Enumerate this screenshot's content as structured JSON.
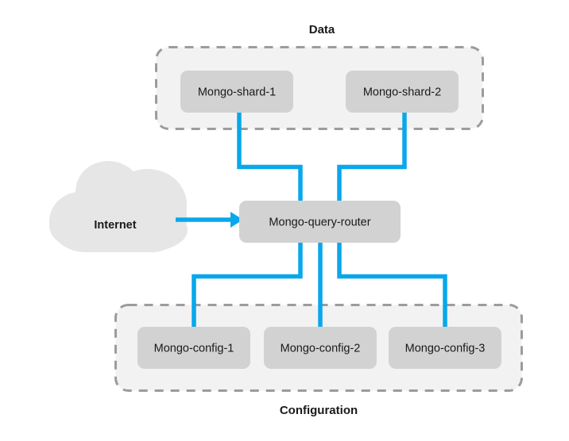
{
  "diagram": {
    "title_data": "Data",
    "title_configuration": "Configuration",
    "colors": {
      "link": "#09a7ec",
      "node_fill": "#d2d2d2",
      "group_fill": "#f2f2f2",
      "group_border": "#9b9ba0",
      "cloud_fill": "#e6e6e6",
      "text": "#1a1a1a",
      "background": "#ffffff"
    },
    "data_group": {
      "label": "Data",
      "nodes": [
        {
          "id": "mongo-shard-1",
          "label": "Mongo-shard-1"
        },
        {
          "id": "mongo-shard-2",
          "label": "Mongo-shard-2"
        }
      ]
    },
    "router": {
      "id": "mongo-query-router",
      "label": "Mongo-query-router"
    },
    "internet": {
      "id": "internet-cloud",
      "label": "Internet"
    },
    "configuration_group": {
      "label": "Configuration",
      "nodes": [
        {
          "id": "mongo-config-1",
          "label": "Mongo-config-1"
        },
        {
          "id": "mongo-config-2",
          "label": "Mongo-config-2"
        },
        {
          "id": "mongo-config-3",
          "label": "Mongo-config-3"
        }
      ]
    },
    "connections": [
      {
        "from": "mongo-shard-1",
        "to": "mongo-query-router",
        "style": "elbow"
      },
      {
        "from": "mongo-shard-2",
        "to": "mongo-query-router",
        "style": "elbow"
      },
      {
        "from": "internet-cloud",
        "to": "mongo-query-router",
        "style": "arrow"
      },
      {
        "from": "mongo-query-router",
        "to": "mongo-config-1",
        "style": "elbow"
      },
      {
        "from": "mongo-query-router",
        "to": "mongo-config-2",
        "style": "straight"
      },
      {
        "from": "mongo-query-router",
        "to": "mongo-config-3",
        "style": "elbow"
      }
    ]
  }
}
